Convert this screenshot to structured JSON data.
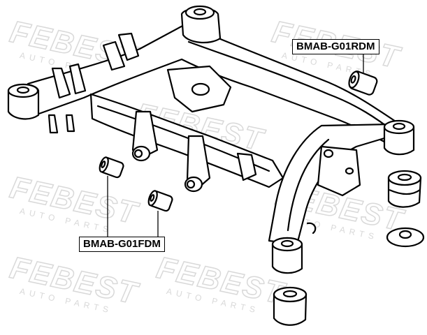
{
  "watermark": {
    "brand": "FEBEST",
    "tagline": "AUTO PARTS"
  },
  "callouts": {
    "rear": "BMAB-G01RDM",
    "front": "BMAB-G01FDM"
  },
  "colors": {
    "line": "#000000",
    "fill": "#ffffff",
    "watermark": "#d9d9d9"
  }
}
